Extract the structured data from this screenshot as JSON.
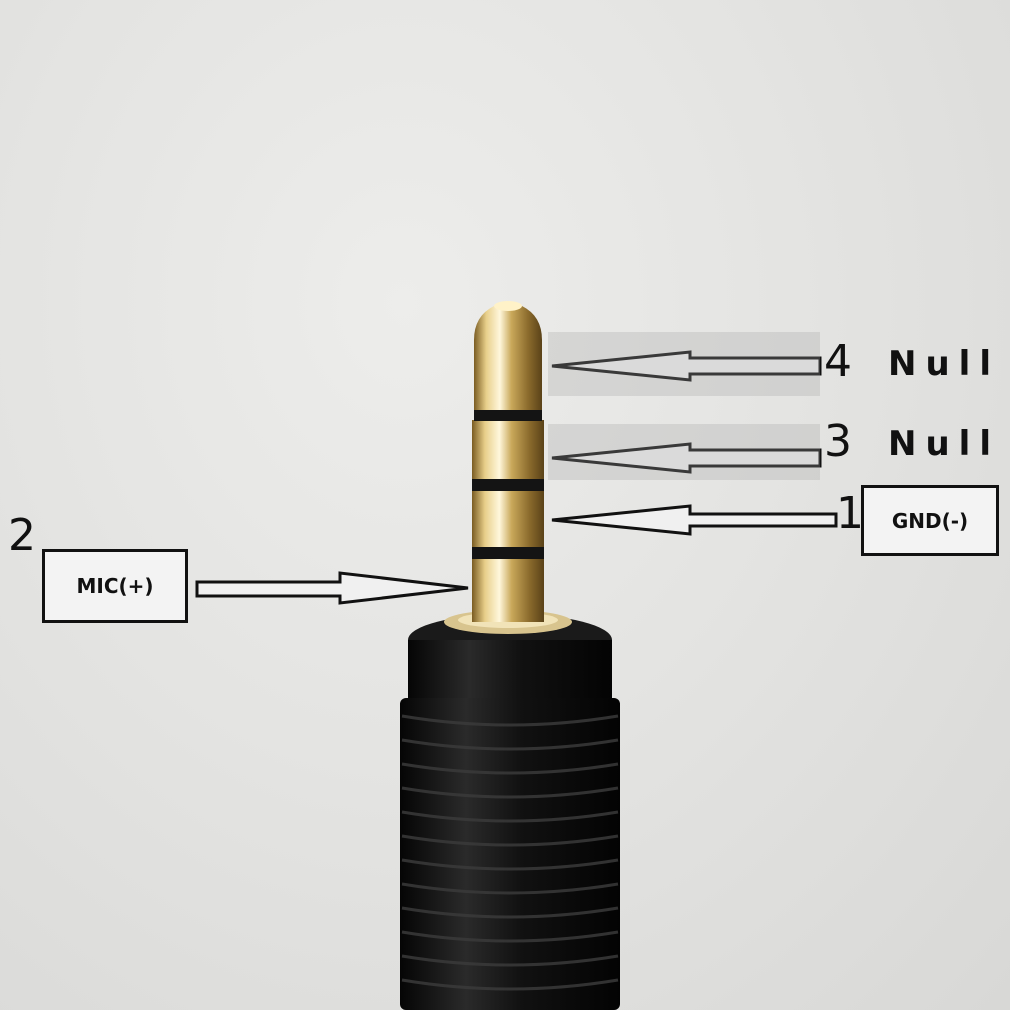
{
  "pins": [
    {
      "number": "4",
      "label": "Null"
    },
    {
      "number": "3",
      "label": "Null"
    },
    {
      "number": "1",
      "label": "GND(-)"
    },
    {
      "number": "2",
      "label": "MIC(+)"
    }
  ],
  "colors": {
    "background": "#e6e6e4",
    "gold": "#c9a85a",
    "insulator_ring": "#141414",
    "plug_body": "#0e0e0e",
    "arrow_outline": "#111111"
  },
  "icons": [
    "trrs-audio-plug",
    "pointer-arrow"
  ]
}
